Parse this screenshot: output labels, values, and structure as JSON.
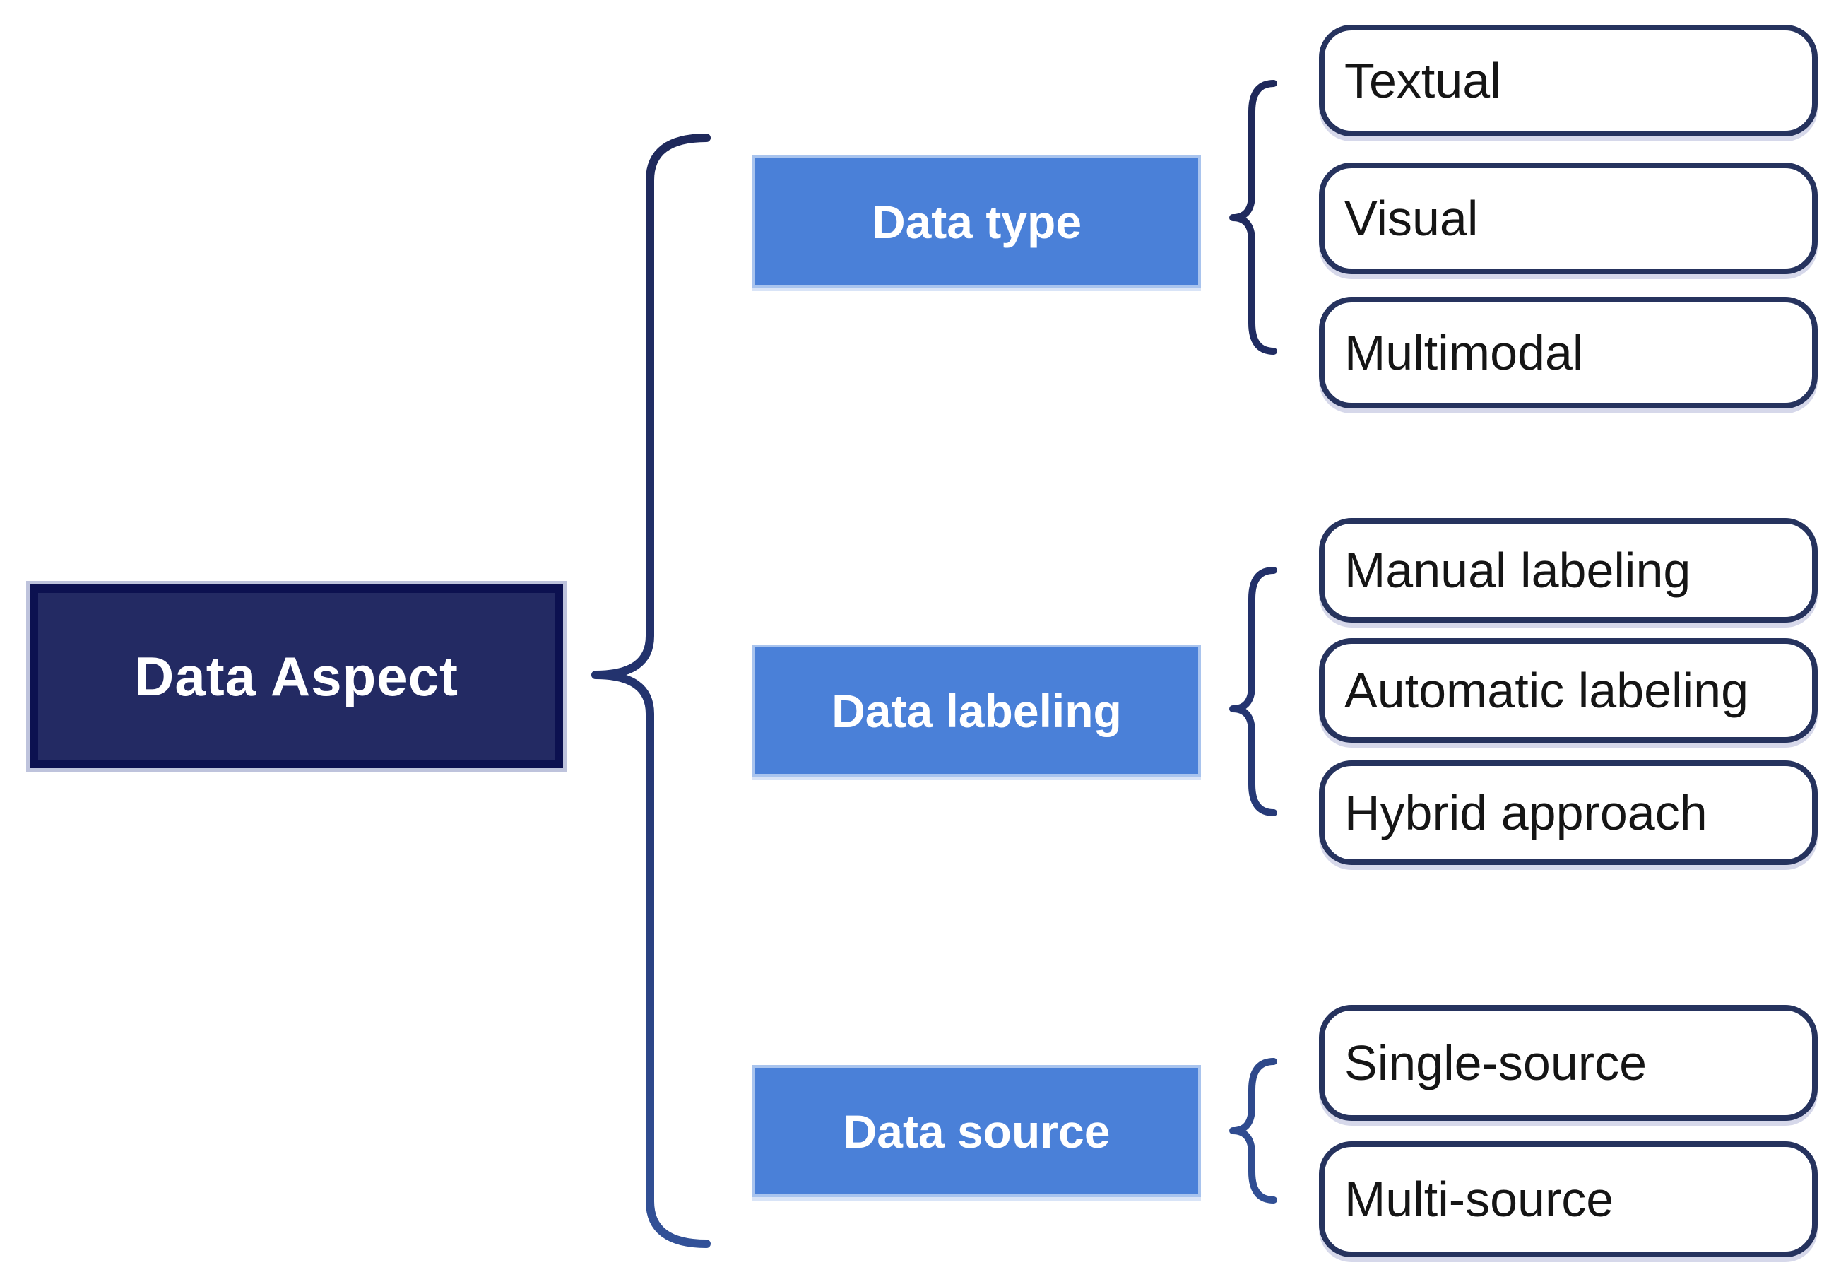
{
  "figure": {
    "root": {
      "label": "Data Aspect"
    },
    "categories": [
      {
        "label": "Data type",
        "children": [
          "Textual",
          "Visual",
          "Multimodal"
        ]
      },
      {
        "label": "Data labeling",
        "children": [
          "Manual labeling",
          "Automatic labeling",
          "Hybrid approach"
        ]
      },
      {
        "label": "Data source",
        "children": [
          "Single-source",
          "Multi-source"
        ]
      }
    ]
  },
  "colors": {
    "root_fill": "#232A63",
    "root_border": "#0C1150",
    "halo": "#9BA3C9",
    "category_fill": "#4A80D8",
    "category_border": "#A9C4EE",
    "leaf_fill": "#FFFFFF",
    "leaf_border": "#26335E",
    "leaf_text": "#151515",
    "label_text": "#FFFFFF",
    "brace_dark": "#1E2757",
    "brace_light": "#33539A"
  }
}
